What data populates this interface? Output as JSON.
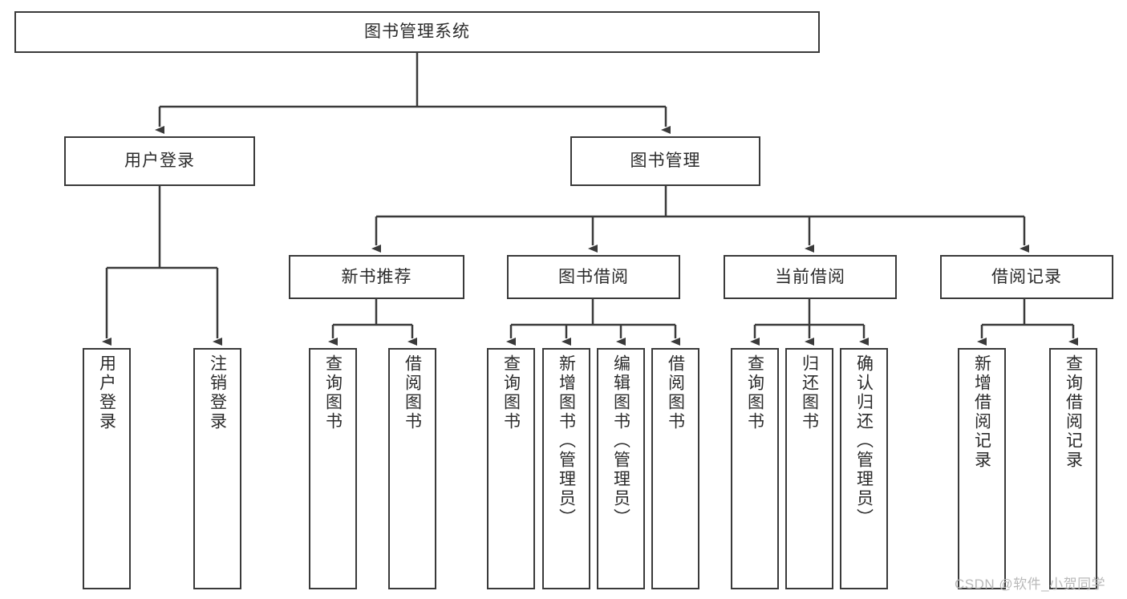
{
  "diagram": {
    "title": "图书管理系统",
    "background_color": "#ffffff",
    "stroke_color": "#3a3a3a",
    "text_color": "#2b2b2b",
    "watermark": "CSDN @软件_小贺同学",
    "levels": {
      "root": "图书管理系统",
      "level2": [
        "用户登录",
        "图书管理"
      ],
      "level3": [
        "新书推荐",
        "图书借阅",
        "当前借阅",
        "借阅记录"
      ],
      "level4_groups": [
        {
          "parent": "用户登录",
          "children": [
            "用户登录",
            "注销登录"
          ]
        },
        {
          "parent": "新书推荐",
          "children": [
            "查询图书",
            "借阅图书"
          ]
        },
        {
          "parent": "图书借阅",
          "children": [
            "查询图书",
            "新增图书（管理员）",
            "编辑图书（管理员）",
            "借阅图书"
          ]
        },
        {
          "parent": "当前借阅",
          "children": [
            "查询图书",
            "归还图书",
            "确认归还（管理员）"
          ]
        },
        {
          "parent": "借阅记录",
          "children": [
            "新增借阅记录",
            "查询借阅记录"
          ]
        }
      ]
    },
    "nodes": {
      "root": {
        "label": "图书管理系统"
      },
      "user_login": {
        "label": "用户登录"
      },
      "book_manage": {
        "label": "图书管理"
      },
      "new_book_rec": {
        "label": "新书推荐"
      },
      "book_borrow": {
        "label": "图书借阅"
      },
      "current_borrow": {
        "label": "当前借阅"
      },
      "borrow_record": {
        "label": "借阅记录"
      },
      "leaf_user_login": {
        "label": "用户登录"
      },
      "leaf_logout": {
        "label": "注销登录"
      },
      "leaf_query_book_1": {
        "label": "查询图书"
      },
      "leaf_borrow_book_1": {
        "label": "借阅图书"
      },
      "leaf_query_book_2": {
        "label": "查询图书"
      },
      "leaf_add_book": {
        "label": "新增图书（管理员）"
      },
      "leaf_edit_book": {
        "label": "编辑图书（管理员）"
      },
      "leaf_borrow_book_2": {
        "label": "借阅图书"
      },
      "leaf_query_book_3": {
        "label": "查询图书"
      },
      "leaf_return_book": {
        "label": "归还图书"
      },
      "leaf_confirm_return": {
        "label": "确认归还（管理员）"
      },
      "leaf_add_record": {
        "label": "新增借阅记录"
      },
      "leaf_query_record": {
        "label": "查询借阅记录"
      }
    }
  }
}
